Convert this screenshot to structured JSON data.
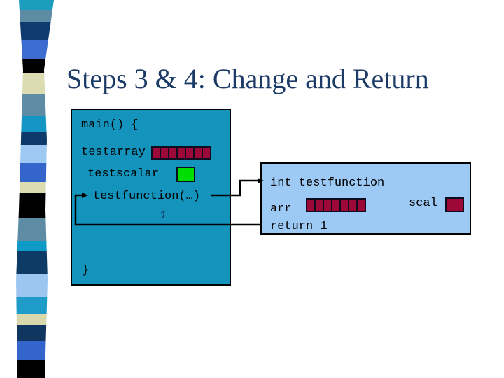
{
  "slide": {
    "title": "Steps 3 & 4: Change and Return"
  },
  "main_box": {
    "header": "main() {",
    "testarray_label": "testarray",
    "testarray_cells": 7,
    "testscalar_label": "testscalar",
    "call_label": "testfunction(…)",
    "return_value": "1",
    "footer": "}"
  },
  "function_box": {
    "header": "int testfunction",
    "arr_label": "arr",
    "arr_cells": 7,
    "scal_label": "scal",
    "return_statement": "return 1"
  },
  "colors": {
    "title": "#1b3a66",
    "main-box-fill": "#1494bd",
    "function-box-fill": "#9ccaf5",
    "array-cell": "#9c0838",
    "scalar-green": "#00dd00",
    "line": "#000000"
  },
  "decor": {
    "ribbon_segments": [
      {
        "color": "#1b9dbe",
        "h": 15
      },
      {
        "color": "#5d8ca4",
        "h": 16
      },
      {
        "color": "#0f3a70",
        "h": 26
      },
      {
        "color": "#3d6cd0",
        "h": 28
      },
      {
        "color": "#000000",
        "h": 20
      },
      {
        "color": "#dcdcb2",
        "h": 30
      },
      {
        "color": "#5d8ca4",
        "h": 30
      },
      {
        "color": "#1396c4",
        "h": 23
      },
      {
        "color": "#0d3a6a",
        "h": 19
      },
      {
        "color": "#9dc9f2",
        "h": 26
      },
      {
        "color": "#3465cd",
        "h": 27
      },
      {
        "color": "#dcdcb2",
        "h": 15
      },
      {
        "color": "#000000",
        "h": 37
      },
      {
        "color": "#5d8ca4",
        "h": 33
      },
      {
        "color": "#0e9ac6",
        "h": 13
      },
      {
        "color": "#0e3a66",
        "h": 34
      },
      {
        "color": "#9cc6ef",
        "h": 33
      },
      {
        "color": "#1e9bc8",
        "h": 23
      },
      {
        "color": "#d8d8ac",
        "h": 17
      },
      {
        "color": "#10355e",
        "h": 22
      },
      {
        "color": "#3465cd",
        "h": 28
      },
      {
        "color": "#000000",
        "h": 25
      }
    ]
  }
}
